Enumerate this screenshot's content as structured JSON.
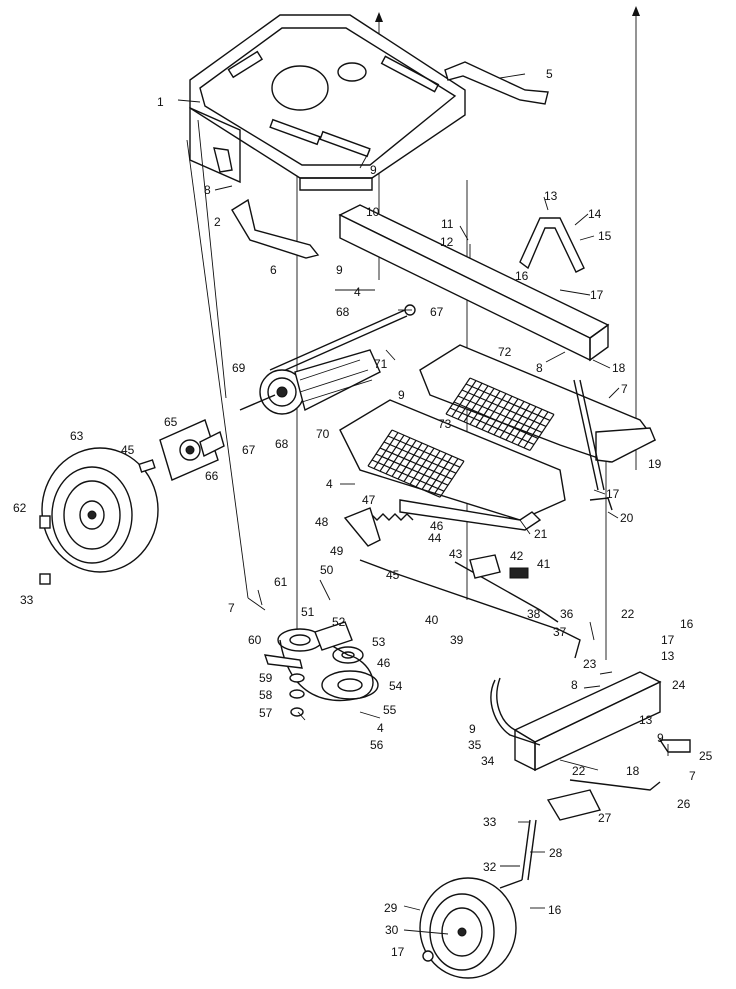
{
  "callouts": [
    {
      "id": "c1",
      "text": "1"
    },
    {
      "id": "c2",
      "text": "2"
    },
    {
      "id": "c3",
      "text": "5"
    },
    {
      "id": "c4",
      "text": "8"
    },
    {
      "id": "c5",
      "text": "9"
    },
    {
      "id": "c6",
      "text": "6"
    },
    {
      "id": "c7",
      "text": "9"
    },
    {
      "id": "c8",
      "text": "10"
    },
    {
      "id": "c9",
      "text": "11"
    },
    {
      "id": "c10",
      "text": "12"
    },
    {
      "id": "c11",
      "text": "13"
    },
    {
      "id": "c12",
      "text": "14"
    },
    {
      "id": "c13",
      "text": "15"
    },
    {
      "id": "c14",
      "text": "16"
    },
    {
      "id": "c15",
      "text": "17"
    },
    {
      "id": "c16",
      "text": "4"
    },
    {
      "id": "c17",
      "text": "68"
    },
    {
      "id": "c18",
      "text": "67"
    },
    {
      "id": "c19",
      "text": "71"
    },
    {
      "id": "c20",
      "text": "72"
    },
    {
      "id": "c21",
      "text": "8"
    },
    {
      "id": "c22",
      "text": "18"
    },
    {
      "id": "c23",
      "text": "7"
    },
    {
      "id": "c24",
      "text": "69"
    },
    {
      "id": "c25",
      "text": "9"
    },
    {
      "id": "c26",
      "text": "73"
    },
    {
      "id": "c27",
      "text": "19"
    },
    {
      "id": "c28",
      "text": "63"
    },
    {
      "id": "c29",
      "text": "65"
    },
    {
      "id": "c30",
      "text": "45"
    },
    {
      "id": "c31",
      "text": "66"
    },
    {
      "id": "c32",
      "text": "67"
    },
    {
      "id": "c33",
      "text": "68"
    },
    {
      "id": "c34",
      "text": "70"
    },
    {
      "id": "c35",
      "text": "62"
    },
    {
      "id": "c36",
      "text": "4"
    },
    {
      "id": "c37",
      "text": "47"
    },
    {
      "id": "c38",
      "text": "17"
    },
    {
      "id": "c39",
      "text": "20"
    },
    {
      "id": "c40",
      "text": "48"
    },
    {
      "id": "c41",
      "text": "46"
    },
    {
      "id": "c42",
      "text": "21"
    },
    {
      "id": "c43",
      "text": "44"
    },
    {
      "id": "c44",
      "text": "49"
    },
    {
      "id": "c45",
      "text": "45"
    },
    {
      "id": "c46",
      "text": "43"
    },
    {
      "id": "c47",
      "text": "42"
    },
    {
      "id": "c48",
      "text": "41"
    },
    {
      "id": "c49",
      "text": "33"
    },
    {
      "id": "c50",
      "text": "7"
    },
    {
      "id": "c51",
      "text": "61"
    },
    {
      "id": "c52",
      "text": "50"
    },
    {
      "id": "c53",
      "text": "51"
    },
    {
      "id": "c54",
      "text": "52"
    },
    {
      "id": "c55",
      "text": "53"
    },
    {
      "id": "c56",
      "text": "60"
    },
    {
      "id": "c57",
      "text": "46"
    },
    {
      "id": "c58",
      "text": "59"
    },
    {
      "id": "c59",
      "text": "54"
    },
    {
      "id": "c60",
      "text": "58"
    },
    {
      "id": "c61",
      "text": "57"
    },
    {
      "id": "c62",
      "text": "55"
    },
    {
      "id": "c63",
      "text": "4"
    },
    {
      "id": "c64",
      "text": "56"
    },
    {
      "id": "c65",
      "text": "40"
    },
    {
      "id": "c66",
      "text": "39"
    },
    {
      "id": "c67",
      "text": "38"
    },
    {
      "id": "c68",
      "text": "36"
    },
    {
      "id": "c69",
      "text": "22"
    },
    {
      "id": "c70",
      "text": "16"
    },
    {
      "id": "c71",
      "text": "37"
    },
    {
      "id": "c72",
      "text": "17"
    },
    {
      "id": "c73",
      "text": "23"
    },
    {
      "id": "c74",
      "text": "13"
    },
    {
      "id": "c75",
      "text": "8"
    },
    {
      "id": "c76",
      "text": "24"
    },
    {
      "id": "c77",
      "text": "9"
    },
    {
      "id": "c78",
      "text": "35"
    },
    {
      "id": "c79",
      "text": "34"
    },
    {
      "id": "c80",
      "text": "13"
    },
    {
      "id": "c81",
      "text": "9"
    },
    {
      "id": "c82",
      "text": "22"
    },
    {
      "id": "c83",
      "text": "18"
    },
    {
      "id": "c84",
      "text": "25"
    },
    {
      "id": "c85",
      "text": "7"
    },
    {
      "id": "c86",
      "text": "26"
    },
    {
      "id": "c87",
      "text": "27"
    },
    {
      "id": "c88",
      "text": "33"
    },
    {
      "id": "c89",
      "text": "28"
    },
    {
      "id": "c90",
      "text": "32"
    },
    {
      "id": "c91",
      "text": "29"
    },
    {
      "id": "c92",
      "text": "16"
    },
    {
      "id": "c93",
      "text": "30"
    },
    {
      "id": "c94",
      "text": "17"
    }
  ]
}
